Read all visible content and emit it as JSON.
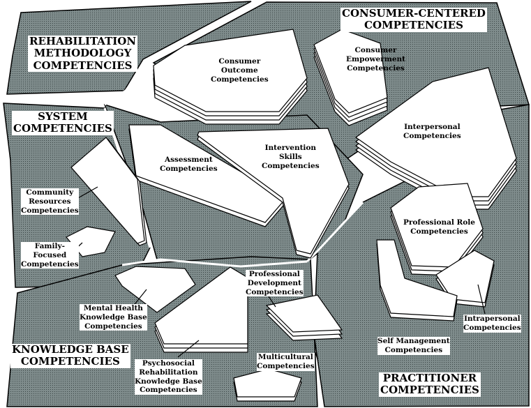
{
  "colors": {
    "region_fill": "#6e7c7c",
    "plate_fill": "#ffffff",
    "outline": "#000000",
    "background": "#ffffff"
  },
  "regions": {
    "consumer_centered": "CONSUMER-CENTERED\nCOMPETENCIES",
    "rehabilitation_methodology": "REHABILITATION\nMETHODOLOGY\nCOMPETENCIES",
    "system": "SYSTEM\nCOMPETENCIES",
    "knowledge_base": "KNOWLEDGE BASE\nCOMPETENCIES",
    "practitioner": "PRACTITIONER\nCOMPETENCIES"
  },
  "competencies": {
    "consumer_outcome": "Consumer\nOutcome\nCompetencies",
    "consumer_empowerment": "Consumer\nEmpowerment\nCompetencies",
    "interpersonal": "Interpersonal\nCompetencies",
    "assessment": "Assessment\nCompetencies",
    "intervention_skills": "Intervention\nSkills\nCompetencies",
    "community_resources": "Community\nResources\nCompetencies",
    "family_focused": "Family-\nFocused\nCompetencies",
    "professional_role": "Professional Role\nCompetencies",
    "mental_health_kb": "Mental Health\nKnowledge Base\nCompetencies",
    "professional_development": "Professional\nDevelopment\nCompetencies",
    "intrapersonal": "Intrapersonal\nCompetencies",
    "self_management": "Self Management\nCompetencies",
    "psychosocial_rehab_kb": "Psychosocial\nRehabilitation\nKnowledge Base\nCompetencies",
    "multicultural": "Multicultural\nCompetencies"
  }
}
